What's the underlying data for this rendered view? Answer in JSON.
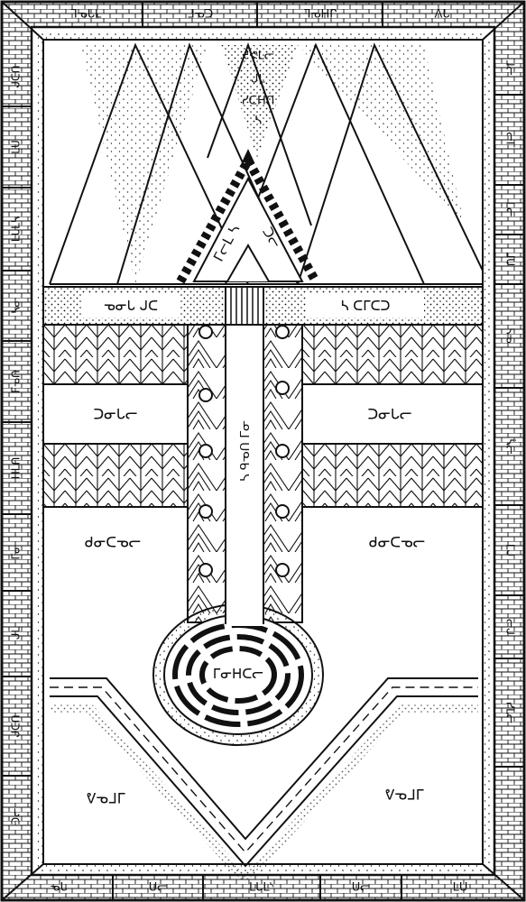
{
  "colors": {
    "ink": "#111111",
    "paper": "#ffffff"
  },
  "border": {
    "top": [
      "ᒣᓀᒐᒪ",
      "ᒧᓀᑐ",
      "ᒣᓀᕼᒋ",
      "ᐱᒐ"
    ],
    "bottom": [
      "ᓀᒐ",
      "ᑌᓕ",
      "ᒪᒐᒪᔅ",
      "ᑌᓕ",
      "ᒪᑌ"
    ],
    "left": [
      "ᒍᑕᑎ",
      "ᒪᑌ",
      "ᒪᒐᒪᓴ",
      "ᓴᓂ",
      "ᒥᓀᑎ",
      "ᕼᒪᑎ",
      "ᒥᓂ",
      "ᒍᒪ",
      "ᒍᑕᑎ",
      "ᑐᓕ"
    ],
    "right": [
      "ᒧᓕ",
      "ᓕᒥ",
      "ᒪᓕ",
      "ᒧᑌ",
      "ᓴᓀ",
      "ᓵᓕ",
      "ᒪᒍ",
      "ᓕᒍ",
      "ᓯᒪᓕ"
    ]
  },
  "labels": {
    "peak_top": [
      "ᔪᕙᒪᓕ",
      "ᒍᒪ",
      "ᓯᑕᕼᑎ",
      "ᓴ"
    ],
    "tent_left": "ᒥᓕᒪ ᓴ",
    "tent_right": "ᑐᓕ",
    "band_left": "ᓀᓂᒐ ᒍᑕ",
    "band_right": "ᓴ ᑕᒥᑕᑐ",
    "road": "ᓴ ᑫᓀᑎ ᒥᓂ",
    "field_left_upper": "ᑐᓂᒐᓕ",
    "field_right_upper": "ᑐᓂᒐᓕ",
    "field_left_lower": "ᑯᓂᑕᓀᓕ",
    "field_right_lower": "ᑯᓂᑕᓀᓕ",
    "labyrinth": "ᒥᓂᕼᑕᓕ",
    "bottom_left": "ᕓᓀᒧᒥ",
    "bottom_right": "ᕓᓀᒧᒥ"
  }
}
